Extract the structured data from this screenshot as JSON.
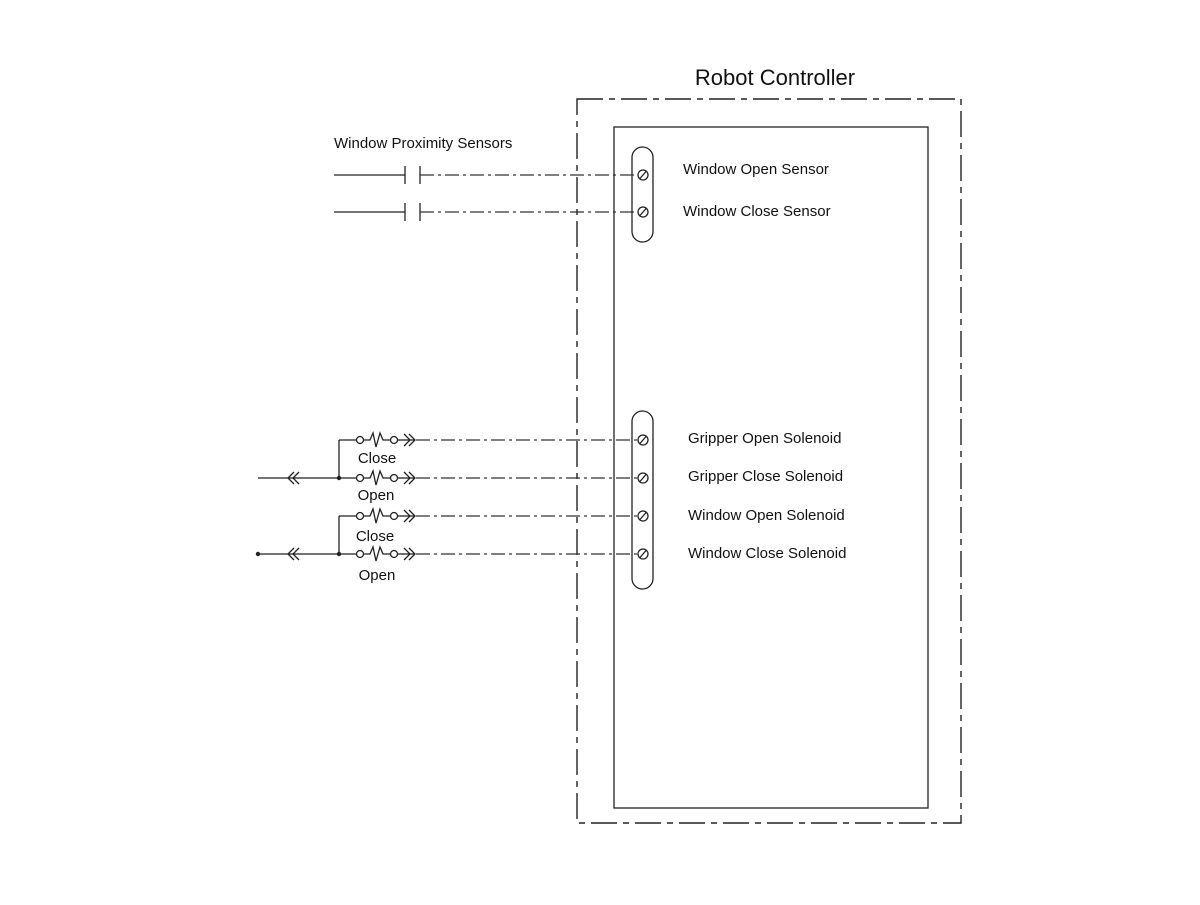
{
  "diagram": {
    "title": "Robot Controller",
    "sensor_group_label": "Window Proximity Sensors",
    "sensor_terminals": [
      {
        "label": "Window Open Sensor"
      },
      {
        "label": "Window Close Sensor"
      }
    ],
    "solenoid_terminals": [
      {
        "label": "Gripper Open Solenoid",
        "contact_label": "Close"
      },
      {
        "label": "Gripper Close Solenoid",
        "contact_label": "Open"
      },
      {
        "label": "Window Open Solenoid",
        "contact_label": "Close"
      },
      {
        "label": "Window Close Solenoid",
        "contact_label": "Open"
      }
    ]
  }
}
